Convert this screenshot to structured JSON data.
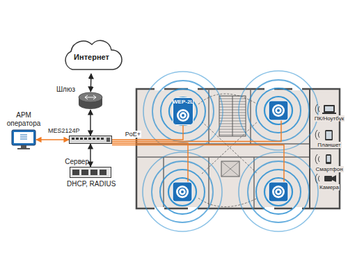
{
  "diagram": {
    "nodes": [
      {
        "text": [
          "Интернет"
        ]
      },
      {
        "text": [
          "Шлюз"
        ]
      },
      {
        "text": [
          "АРМ оператора"
        ]
      },
      {
        "text": [
          "MES2124P"
        ]
      },
      {
        "text": [
          "Сервер",
          "DHCP, RADIUS"
        ]
      },
      {
        "text": [
          "WEP-2L"
        ]
      }
    ],
    "edges": [
      {
        "from": 0,
        "to": 1,
        "arrow": "both"
      },
      {
        "from": 1,
        "to": 3,
        "arrow": "both"
      },
      {
        "from": 2,
        "to": 3,
        "arrow": "both"
      },
      {
        "from": 3,
        "to": 4,
        "arrow": "both"
      },
      {
        "from": 3,
        "to": 5,
        "label": "PoE+",
        "arrow": "none"
      }
    ],
    "labels": [
      "ПК/Ноутбук",
      "Планшет",
      "Смартфон",
      "Камера"
    ]
  }
}
